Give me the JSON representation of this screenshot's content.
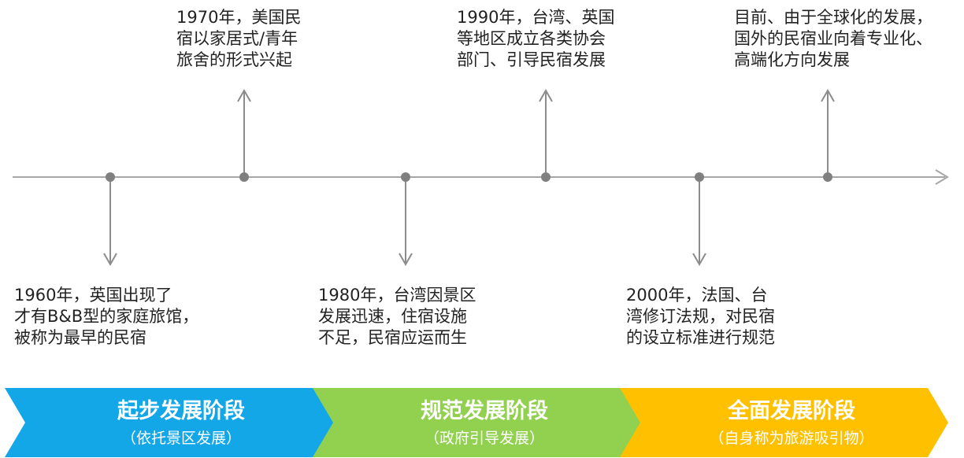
{
  "colors": {
    "axis": "#a6a6a6",
    "dot": "#7f7f7f",
    "stage1": "#13a7e8",
    "stage2": "#92d050",
    "stage3": "#ffc000"
  },
  "events": [
    {
      "text": "1960年，英国出现了\n才有B&B型的家庭旅馆，\n被称为最早的民宿",
      "direction": "down"
    },
    {
      "text": "1970年，美国民\n宿以家居式/青年\n旅舍的形式兴起",
      "direction": "up"
    },
    {
      "text": "1980年，台湾因景区\n发展迅速，住宿设施\n不足，民宿应运而生",
      "direction": "down"
    },
    {
      "text": "1990年，台湾、英国\n等地区成立各类协会\n部门、引导民宿发展",
      "direction": "up"
    },
    {
      "text": "2000年，法国、台\n湾修订法规，对民宿\n的设立标准进行规范",
      "direction": "down"
    },
    {
      "text": "目前、由于全球化的发展，\n国外的民宿业向着专业化、\n高端化方向发展",
      "direction": "up"
    }
  ],
  "stages": [
    {
      "title": "起步发展阶段",
      "subtitle": "（依托景区发展）"
    },
    {
      "title": "规范发展阶段",
      "subtitle": "（政府引导发展）"
    },
    {
      "title": "全面发展阶段",
      "subtitle": "（自身称为旅游吸引物）"
    }
  ]
}
